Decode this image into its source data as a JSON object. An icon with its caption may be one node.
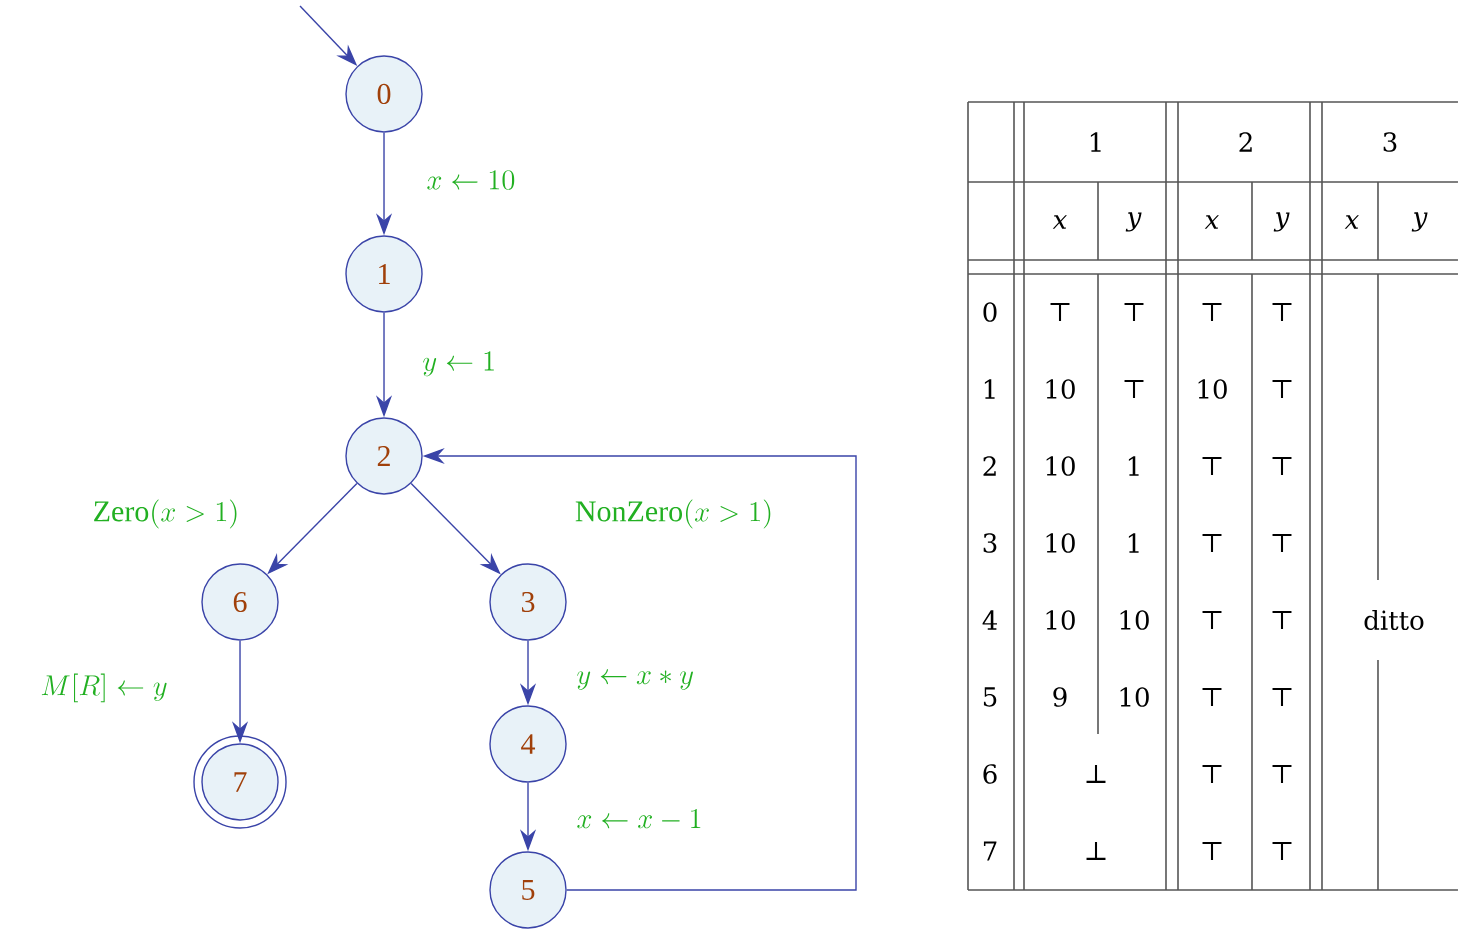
{
  "diagram": {
    "nodes": [
      {
        "text": [
          "0"
        ]
      },
      {
        "text": [
          "1"
        ]
      },
      {
        "text": [
          "2"
        ]
      },
      {
        "text": [
          "3"
        ]
      },
      {
        "text": [
          "4"
        ]
      },
      {
        "text": [
          "5"
        ]
      },
      {
        "text": [
          "6"
        ]
      },
      {
        "text": [
          "7"
        ]
      }
    ],
    "edges": [
      {
        "from": null,
        "to": 0,
        "arrow": "to"
      },
      {
        "from": 0,
        "to": 1,
        "arrow": "to",
        "label": "x \\leftarrow 10"
      },
      {
        "from": 1,
        "to": 2,
        "arrow": "to",
        "label": "y \\leftarrow 1"
      },
      {
        "from": 2,
        "to": 6,
        "arrow": "to",
        "label": "\\mathrm{Zero}(x > 1)"
      },
      {
        "from": 2,
        "to": 3,
        "arrow": "to",
        "label": "\\mathrm{NonZero}(x > 1)"
      },
      {
        "from": 6,
        "to": 7,
        "arrow": "to",
        "label": "M[R] \\leftarrow y"
      },
      {
        "from": 3,
        "to": 4,
        "arrow": "to",
        "label": "y \\leftarrow x * y"
      },
      {
        "from": 4,
        "to": 5,
        "arrow": "to",
        "label": "x \\leftarrow x - 1"
      },
      {
        "from": 5,
        "to": 2,
        "arrow": "to"
      }
    ],
    "labels": [
      "1",
      "2",
      "3",
      "x",
      "y",
      "x",
      "y",
      "x",
      "y",
      "0",
      "⊤",
      "⊤",
      "⊤",
      "⊤",
      "1",
      "10",
      "⊤",
      "10",
      "⊤",
      "2",
      "10",
      "1",
      "⊤",
      "⊤",
      "3",
      "10",
      "1",
      "⊤",
      "⊤",
      "4",
      "10",
      "10",
      "⊤",
      "⊤",
      "ditto",
      "5",
      "9",
      "10",
      "⊤",
      "⊤",
      "6",
      "⊥",
      "⊤",
      "⊤",
      "7",
      "⊥",
      "⊤",
      "⊤"
    ]
  }
}
